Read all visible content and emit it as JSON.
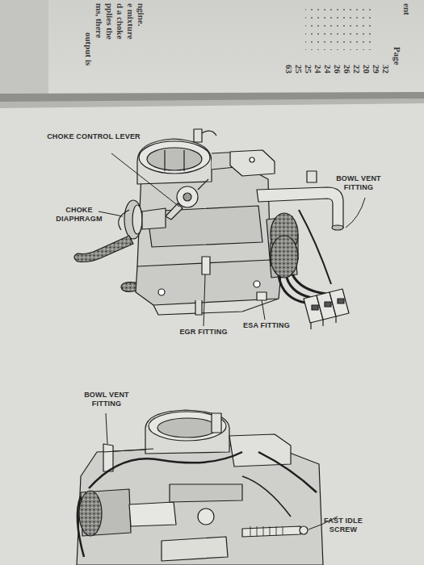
{
  "diagram": {
    "labels": [
      "output is",
      "ms, there",
      "pplies the",
      "d a choke",
      "e mixture",
      "ngine.",
      "ent",
      "Page",
      "32",
      "29",
      "20",
      "22",
      "26",
      "26",
      "24",
      "24",
      "25",
      "25",
      "63",
      "CHOKE CONTROL LEVER",
      "CHOKE DIAPHRAGM",
      "BOWL VENT FITTING",
      "EGR FITTING",
      "ESA FITTING",
      "BOWL VENT FITTING",
      "FAST IDLE SCREW"
    ]
  }
}
